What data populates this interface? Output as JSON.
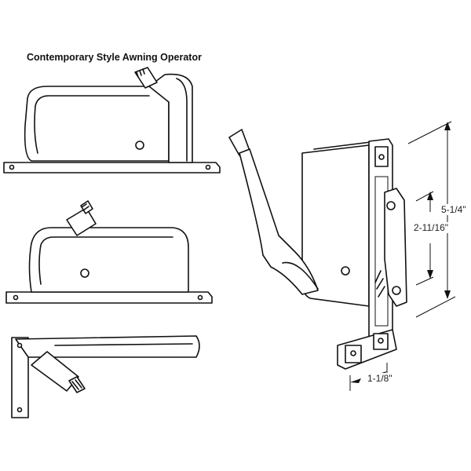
{
  "title": "Contemporary Style Awning Operator",
  "dimensions": {
    "overall_height": "5-1/4\"",
    "hole_spacing": "2-11/16\"",
    "width": "1-1/8\""
  }
}
